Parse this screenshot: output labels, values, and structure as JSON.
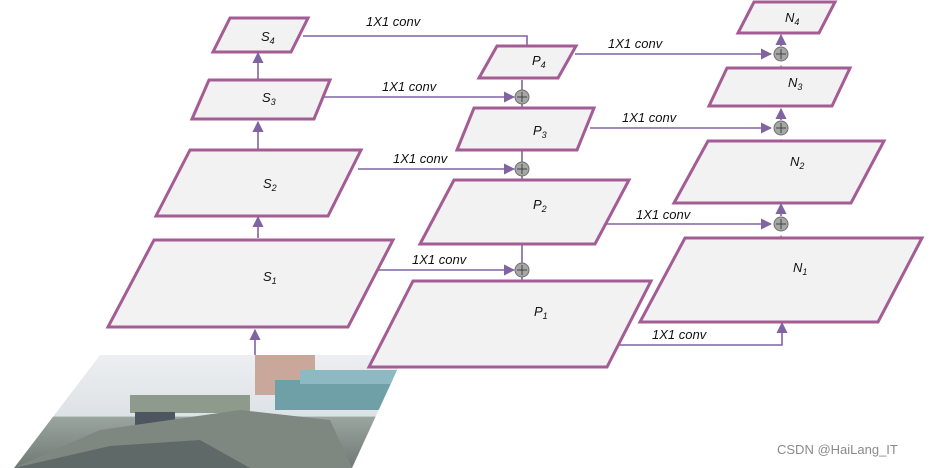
{
  "colors": {
    "plane_fill": "#f2f2f2",
    "plane_border": "#a45c94",
    "arrow": "#8064a2",
    "plus_fill": "#a6a6a6",
    "plus_stroke": "#6f6f6f"
  },
  "labels": {
    "s4": {
      "base": "S",
      "sub": "4"
    },
    "s3": {
      "base": "S",
      "sub": "3"
    },
    "s2": {
      "base": "S",
      "sub": "2"
    },
    "s1": {
      "base": "S",
      "sub": "1"
    },
    "p4": {
      "base": "P",
      "sub": "4"
    },
    "p3": {
      "base": "P",
      "sub": "3"
    },
    "p2": {
      "base": "P",
      "sub": "2"
    },
    "p1": {
      "base": "P",
      "sub": "1"
    },
    "n4": {
      "base": "N",
      "sub": "4"
    },
    "n3": {
      "base": "N",
      "sub": "3"
    },
    "n2": {
      "base": "N",
      "sub": "2"
    },
    "n1": {
      "base": "N",
      "sub": "1"
    }
  },
  "conv_label": "1X1 conv",
  "watermark": "CSDN @HaiLang_IT",
  "photo_icon": "street-scene-image"
}
